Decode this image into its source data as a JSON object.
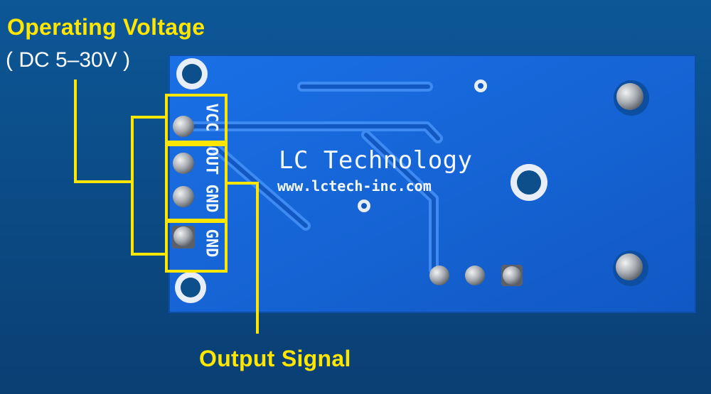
{
  "annotations": {
    "operating_voltage": "Operating Voltage",
    "voltage_range": "( DC 5–30V )",
    "output_signal": "Output Signal"
  },
  "board": {
    "brand": "LC Technology",
    "url": "www.lctech-inc.com",
    "pins": [
      "VCC",
      "OUT",
      "GND",
      "GND"
    ]
  },
  "colors": {
    "background": "#0c4f8a",
    "board": "#1565d8",
    "annotation": "#ffe600"
  }
}
